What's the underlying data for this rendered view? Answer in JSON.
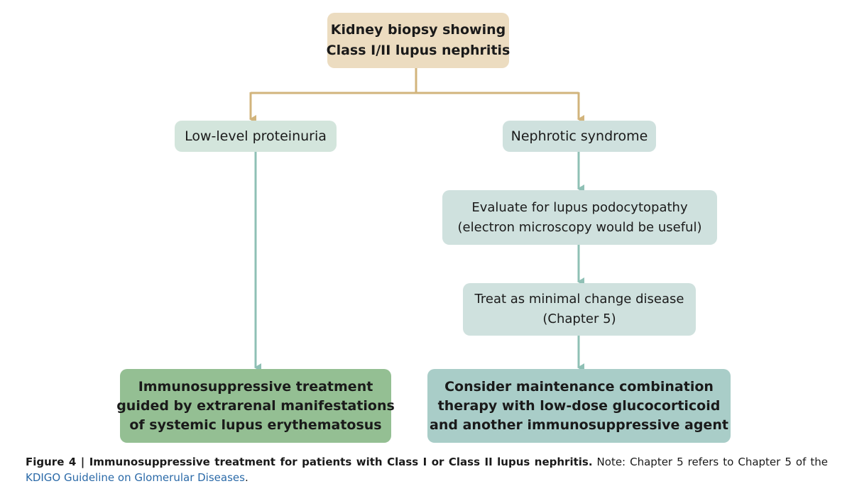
{
  "diagram": {
    "nodes": {
      "top": [
        "Kidney biopsy showing",
        "Class I/II lupus nephritis"
      ],
      "low_level": [
        "Low-level proteinuria"
      ],
      "nephrotic": [
        "Nephrotic syndrome"
      ],
      "evaluate": [
        "Evaluate for lupus podocytopathy",
        "(electron microscopy would be useful)"
      ],
      "treat_mcd": [
        "Treat as minimal change disease",
        "(Chapter 5)"
      ],
      "immunosuppressive": [
        "Immunosuppressive treatment",
        "guided by extrarenal manifestations",
        "of systemic lupus erythematosus"
      ],
      "consider": [
        "Consider maintenance combination",
        "therapy with low-dose glucocorticoid",
        "and another immunosuppressive agent"
      ]
    },
    "colors": {
      "top_box": "#ecdcc0",
      "top_arrows": "#d2b47c",
      "left_box": "#d3e5dc",
      "right_box": "#cfe1de",
      "arrows_teal": "#8fc0b5",
      "bottom_left": "#94bf93",
      "bottom_right": "#a9cdc8"
    }
  },
  "caption": {
    "title": "Figure 4 | Immunosuppressive treatment for patients with Class I or Class II lupus nephritis.",
    "note": " Note: Chapter 5 refers to Chapter 5 of the ",
    "link": "KDIGO Guideline on Glomerular Diseases",
    "end": "."
  }
}
